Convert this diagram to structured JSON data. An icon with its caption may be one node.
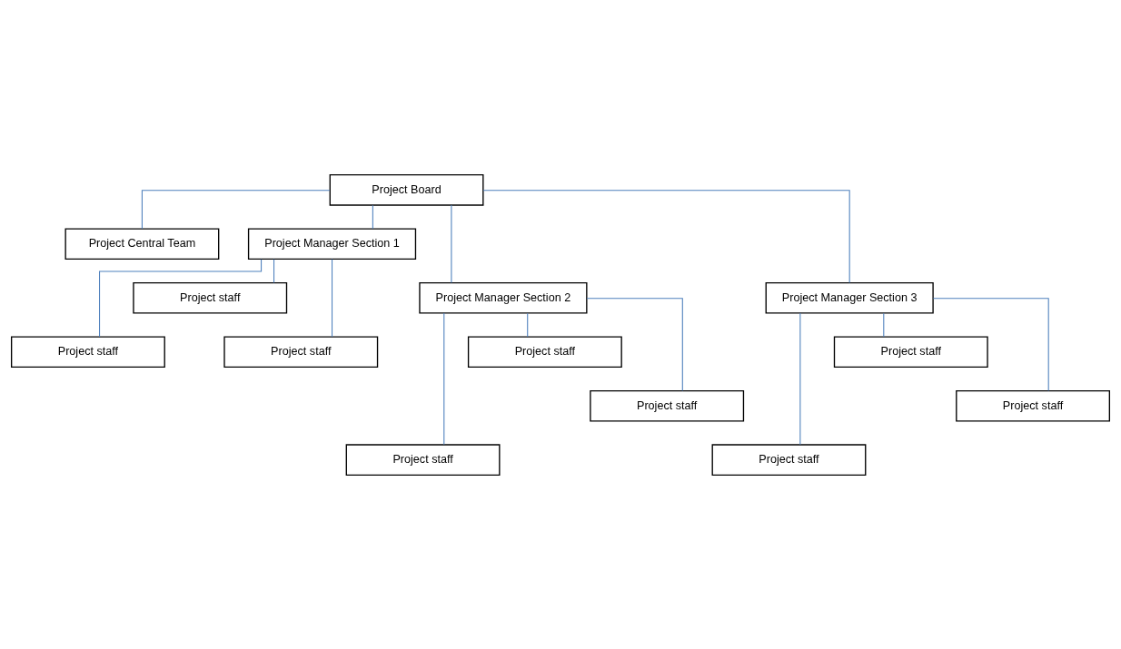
{
  "diagram": {
    "nodes": [
      {
        "text": [
          "Project Board"
        ]
      },
      {
        "text": [
          "Project Central Team"
        ]
      },
      {
        "text": [
          "Project Manager Section 1"
        ]
      },
      {
        "text": [
          "Project Manager Section 2"
        ]
      },
      {
        "text": [
          "Project Manager Section 3"
        ]
      },
      {
        "text": [
          "Project staff"
        ]
      },
      {
        "text": [
          "Project staff"
        ]
      },
      {
        "text": [
          "Project staff"
        ]
      },
      {
        "text": [
          "Project staff"
        ]
      },
      {
        "text": [
          "Project staff"
        ]
      },
      {
        "text": [
          "Project staff"
        ]
      },
      {
        "text": [
          "Project staff"
        ]
      },
      {
        "text": [
          "Project staff"
        ]
      },
      {
        "text": [
          "Project staff"
        ]
      }
    ],
    "edges": [
      {
        "from": 0,
        "to": 1,
        "arrow": "none"
      },
      {
        "from": 0,
        "to": 2,
        "arrow": "none"
      },
      {
        "from": 0,
        "to": 3,
        "arrow": "none"
      },
      {
        "from": 0,
        "to": 4,
        "arrow": "none"
      },
      {
        "from": 2,
        "to": 5,
        "arrow": "none"
      },
      {
        "from": 2,
        "to": 6,
        "arrow": "none"
      },
      {
        "from": 2,
        "to": 7,
        "arrow": "none"
      },
      {
        "from": 3,
        "to": 8,
        "arrow": "none"
      },
      {
        "from": 3,
        "to": 9,
        "arrow": "none"
      },
      {
        "from": 3,
        "to": 10,
        "arrow": "none"
      },
      {
        "from": 4,
        "to": 11,
        "arrow": "none"
      },
      {
        "from": 4,
        "to": 12,
        "arrow": "none"
      },
      {
        "from": 4,
        "to": 13,
        "arrow": "none"
      }
    ]
  }
}
